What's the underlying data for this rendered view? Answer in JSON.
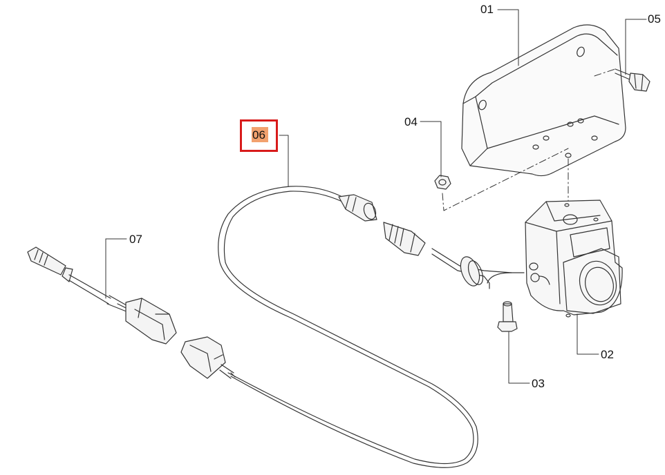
{
  "callouts": {
    "p01": "01",
    "p02": "02",
    "p03": "03",
    "p04": "04",
    "p05": "05",
    "p06": "06",
    "p07": "07"
  },
  "highlight": {
    "part": "06",
    "box_color": "#d81b1b",
    "fill_color": "#f2a16e"
  },
  "line_color": "#333333"
}
